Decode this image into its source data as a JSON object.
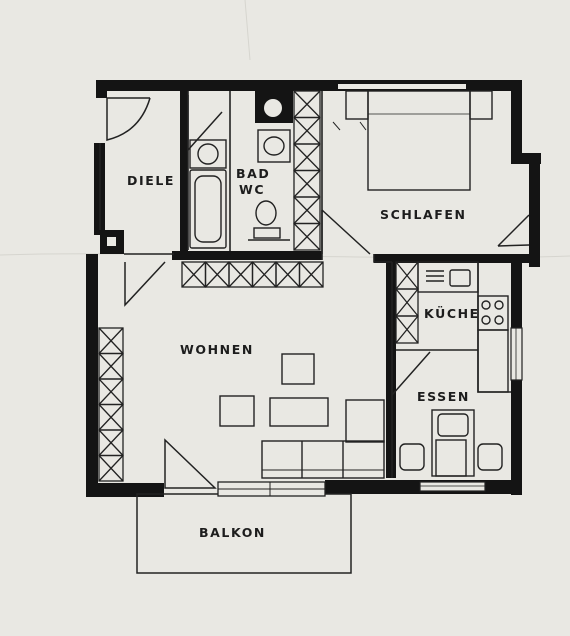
{
  "rooms": {
    "diele": "DIELE",
    "bad": "BAD",
    "wc": "WC",
    "schlafen": "SCHLAFEN",
    "wohnen": "WOHNEN",
    "kueche": "KÜCHE",
    "essen": "ESSEN",
    "balkon": "BALKON"
  },
  "colors": {
    "paper": "#e9e8e3",
    "ink": "#141414",
    "line": "#222222"
  }
}
